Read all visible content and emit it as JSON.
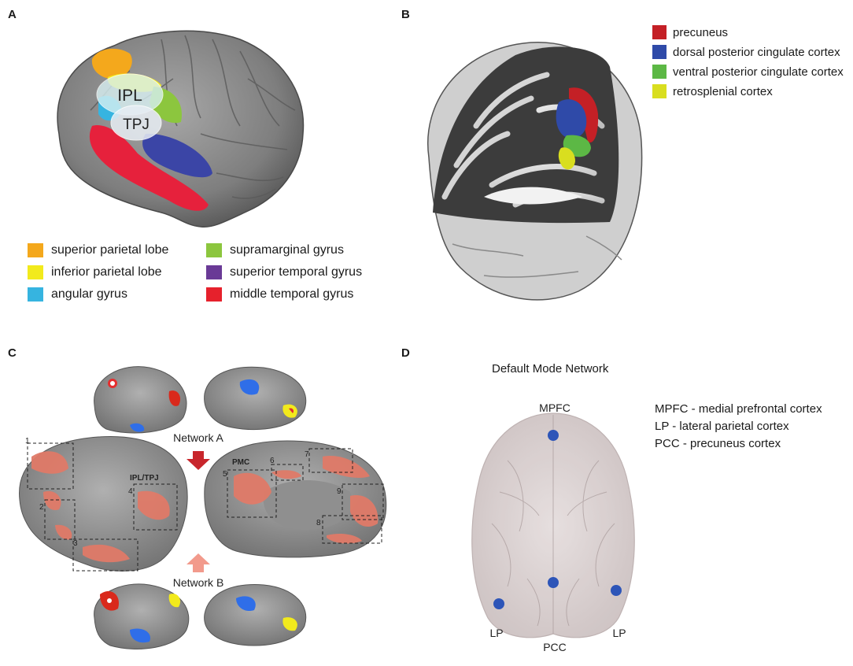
{
  "panels": {
    "a": {
      "letter": "A",
      "labels": {
        "ipl": "IPL",
        "tpj": "TPJ"
      },
      "legend": [
        {
          "label": "superior parietal lobe",
          "color": "#f4a81c"
        },
        {
          "label": "inferior parietal lobe",
          "color": "#f2ea1c"
        },
        {
          "label": "angular gyrus",
          "color": "#36b4e0"
        },
        {
          "label": "supramarginal gyrus",
          "color": "#8cc63e"
        },
        {
          "label": "superior temporal gyrus",
          "color": "#6a3a96"
        },
        {
          "label": "middle temporal gyrus",
          "color": "#e6212c"
        }
      ]
    },
    "b": {
      "letter": "B",
      "legend": [
        {
          "label": "precuneus",
          "color": "#c42026"
        },
        {
          "label": "dorsal posterior cingulate cortex",
          "color": "#2f4aa8"
        },
        {
          "label": "ventral posterior cingulate cortex",
          "color": "#5cb845"
        },
        {
          "label": "retrosplenial cortex",
          "color": "#d9de1f"
        }
      ]
    },
    "c": {
      "letter": "C",
      "network_a": "Network A",
      "network_b": "Network B",
      "region_labels": {
        "ipl_tpj": "IPL/TPJ",
        "pmc": "PMC"
      },
      "box_numbers": [
        "1",
        "2",
        "3",
        "4",
        "5",
        "6",
        "7",
        "8",
        "9"
      ],
      "arrow_colors": {
        "a": "#c8262c",
        "b": "#f29a8c"
      }
    },
    "d": {
      "letter": "D",
      "title": "Default Mode Network",
      "node_labels": {
        "mpfc": "MPFC",
        "lp_left": "LP",
        "lp_right": "LP",
        "pcc": "PCC"
      },
      "definitions": [
        "MPFC - medial prefrontal cortex",
        "LP - lateral parietal cortex",
        "PCC - precuneus cortex"
      ],
      "node_color": "#2d55b8"
    }
  }
}
